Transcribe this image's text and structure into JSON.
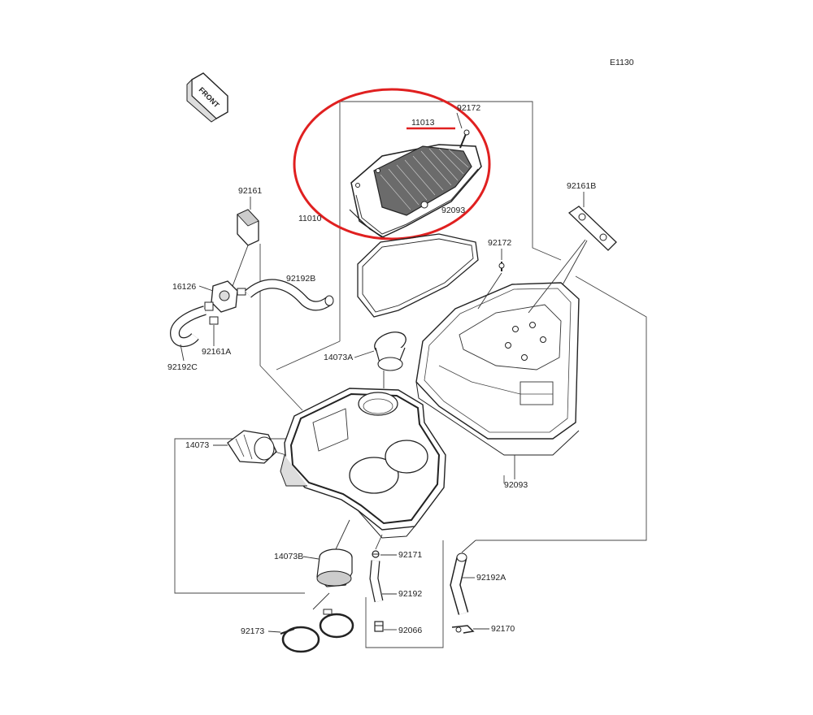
{
  "diagram_code": "E1130",
  "front_marker": "FRONT",
  "highlight": {
    "circle_color": "#e02020",
    "underline_color": "#e02020"
  },
  "parts": {
    "p11013": "11013",
    "p92172_top": "92172",
    "p11010": "11010",
    "p92093_top": "92093",
    "p92161": "92161",
    "p92161B": "92161B",
    "p92172_mid": "92172",
    "p16126": "16126",
    "p92192B": "92192B",
    "p92161A": "92161A",
    "p92192C": "92192C",
    "p14073A": "14073A",
    "p14073": "14073",
    "p92093_bottom": "92093",
    "p14073B": "14073B",
    "p92171": "92171",
    "p92192": "92192",
    "p92192A": "92192A",
    "p92173": "92173",
    "p92066": "92066",
    "p92170": "92170"
  }
}
